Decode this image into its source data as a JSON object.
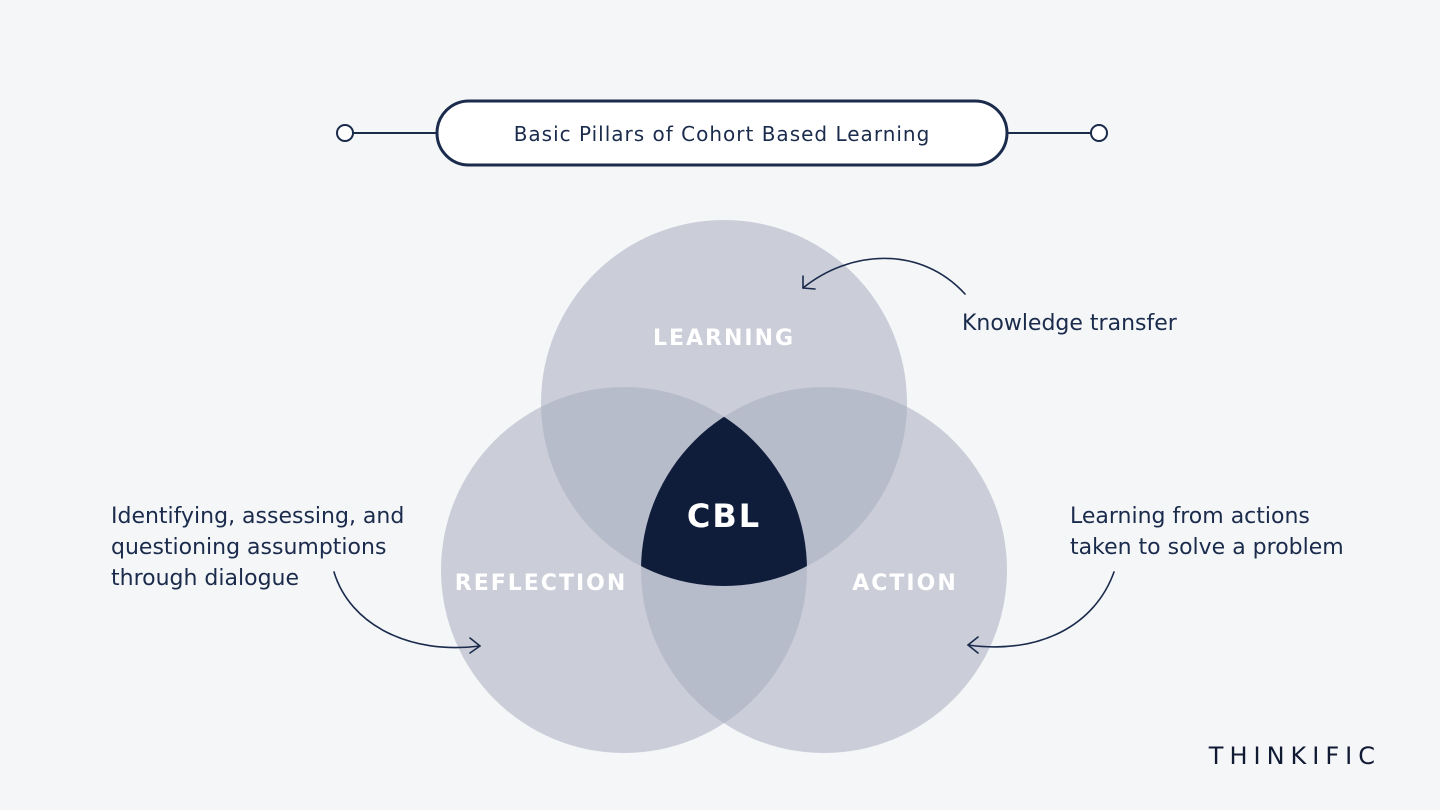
{
  "title": "Basic Pillars of Cohort Based Learning",
  "pillars": {
    "learning": "LEARNING",
    "reflection": "REFLECTION",
    "action": "ACTION",
    "center": "CBL"
  },
  "notes": {
    "learning": [
      "Knowledge transfer"
    ],
    "reflection": [
      "Identifying, assessing, and",
      "questioning assumptions",
      "through dialogue"
    ],
    "action": [
      "Learning from actions",
      "taken to solve a problem"
    ]
  },
  "brand": "THINKIFIC",
  "colors": {
    "background": "#f5f6f8",
    "navy": "#1a2b4c",
    "circle_fill": "#a8adc0",
    "center_fill": "#0f1d3a",
    "label_white": "#ffffff"
  }
}
